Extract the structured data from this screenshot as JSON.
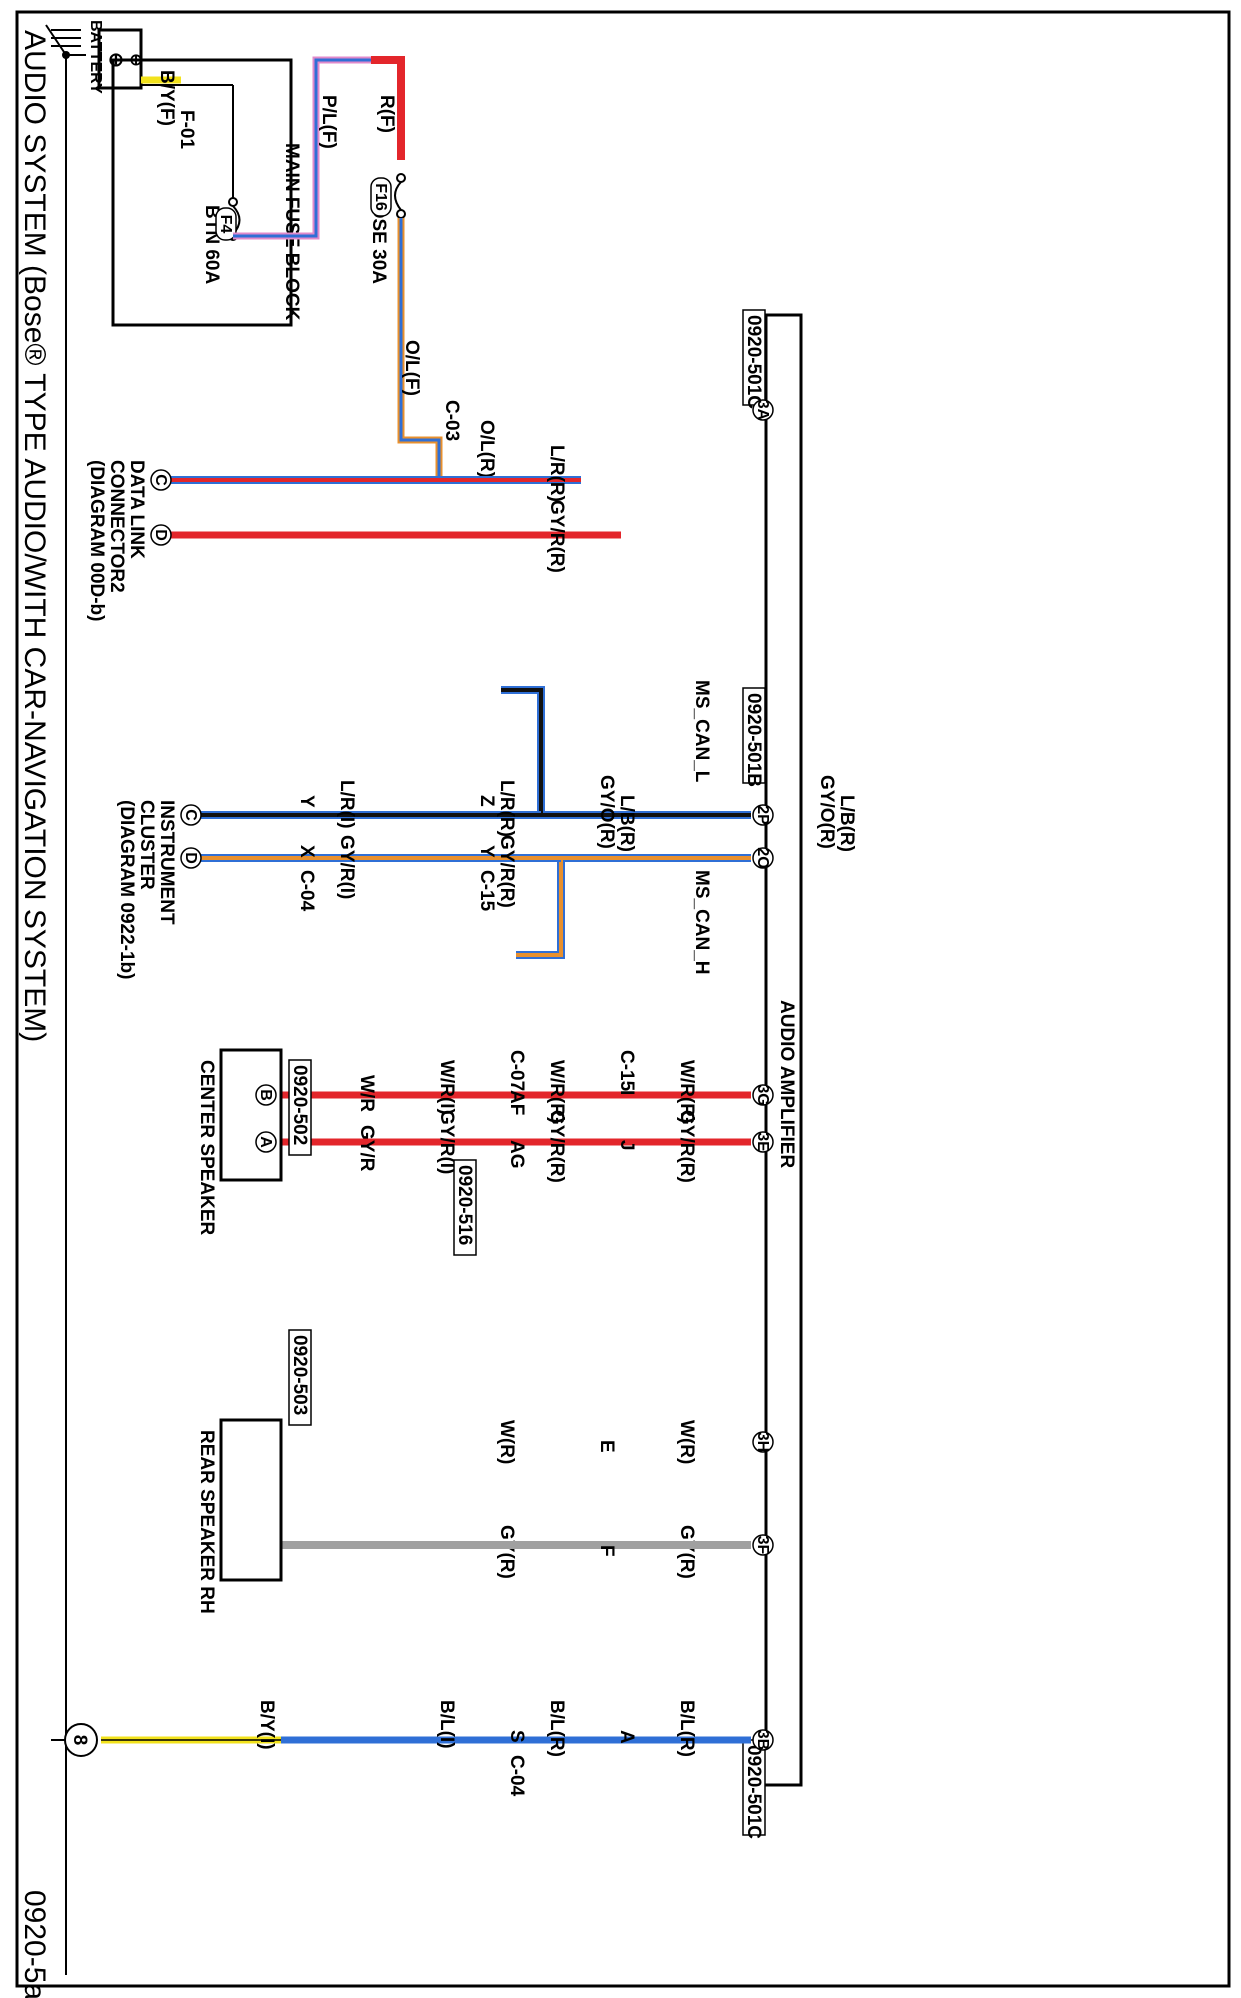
{
  "title": "AUDIO SYSTEM (Bose® TYPE AUDIO/WITH CAR-NAVIGATION SYSTEM)",
  "diagram_id": "0920-5a",
  "components": {
    "battery": "BATTERY",
    "main_fuse_block": "MAIN FUSE BLOCK",
    "audio_amplifier": "AUDIO AMPLIFIER",
    "center_speaker": "CENTER SPEAKER",
    "rear_speaker": "REAR SPEAKER RH",
    "dlc_line1": "DATA LINK",
    "dlc_line2": "CONNECTOR2",
    "dlc_line3": "(DIAGRAM 00D-b)",
    "ic_line1": "INSTRUMENT",
    "ic_line2": "CLUSTER",
    "ic_line3": "(DIAGRAM 0922-1b)",
    "ground": "8"
  },
  "fuses": {
    "btn": "BTN 60A",
    "btn_tag": "F4",
    "bose": "BOSE 30A",
    "bose_tag": "F16"
  },
  "connectors": {
    "c501c_top": "0920-501C",
    "c501b": "0920-501B",
    "c501c_bottom": "0920-501C",
    "c502": "0920-502",
    "c516": "0920-516",
    "c503": "0920-503",
    "f01": "F-01",
    "c03": "C-03",
    "c15a": "C-15",
    "c04a": "C-04",
    "c07": "C-07",
    "c15b": "C-15",
    "c04b": "C-04"
  },
  "pins": {
    "p3A": "3A",
    "p2P": "2P",
    "p2O": "2O",
    "p3G": "3G",
    "p3E": "3E",
    "p3H": "3H",
    "p3F": "3F",
    "p3B": "3B",
    "dlc_c": "C",
    "dlc_d": "D",
    "ic_c": "C",
    "ic_d": "D",
    "cs_b": "B",
    "cs_a": "A",
    "z": "Z",
    "y1": "Y",
    "y2": "Y",
    "x": "X",
    "i": "I",
    "j": "J",
    "af": "AF",
    "ag": "AG",
    "e": "E",
    "f": "F",
    "a": "A",
    "s": "S"
  },
  "signals": {
    "can_l": "MS_CAN_L",
    "can_h": "MS_CAN_H"
  },
  "wires": {
    "by_f": "B/Y(F)",
    "pl_f": "P/L(F)",
    "r_f": "R(F)",
    "ol_f": "O/L(F)",
    "ol_r": "O/L(R)",
    "lr_r_dlc": "L/R(R)",
    "gyr_r_dlc": "GY/R(R)",
    "lb_r1": "L/B(R)",
    "gyo_r1": "GY/O(R)",
    "lb_r2": "L/B(R)",
    "gyo_r2": "GY/O(R)",
    "lr_r_ic": "L/R(R)",
    "gyr_r_ic": "GY/R(R)",
    "lr_i": "L/R(I)",
    "gyr_i": "GY/R(I)",
    "wr_r1": "W/R(R)",
    "wr_r2": "W/R(R)",
    "wr_i": "W/R(I)",
    "wr": "W/R",
    "gyr_r1": "GY/R(R)",
    "gyr_r2": "GY/R(R)",
    "gyr_i2": "GY/R(I)",
    "gyr": "GY/R",
    "w_r1": "W(R)",
    "w_r2": "W(R)",
    "gy_r1": "GY(R)",
    "gy_r2": "GY(R)",
    "bl_r1": "B/L(R)",
    "bl_r2": "B/L(R)",
    "bl_i": "B/L(I)",
    "by_i": "B/Y(I)"
  },
  "colors": {
    "red": "#e3262b",
    "blue": "#2f6fd6",
    "black": "#111111",
    "orange": "#e8902e",
    "gray": "#a0a0a0",
    "yellow": "#f2e21c",
    "pink": "#e08acb"
  }
}
